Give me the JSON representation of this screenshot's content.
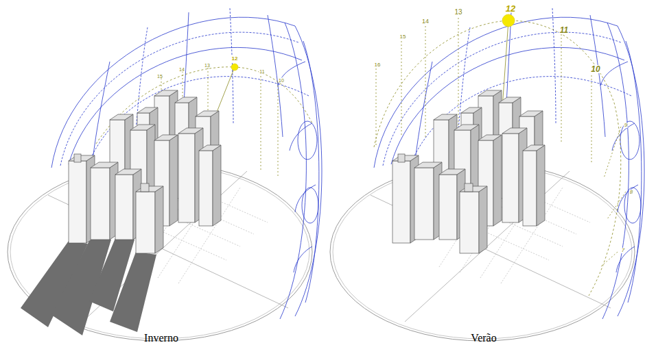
{
  "diagram": {
    "labels": [
      "15",
      "14",
      "13",
      "12",
      "11",
      "10",
      "Inverno",
      "16",
      "15",
      "14",
      "13",
      "12",
      "11",
      "10",
      "9",
      "8",
      "7",
      "Verão"
    ]
  }
}
